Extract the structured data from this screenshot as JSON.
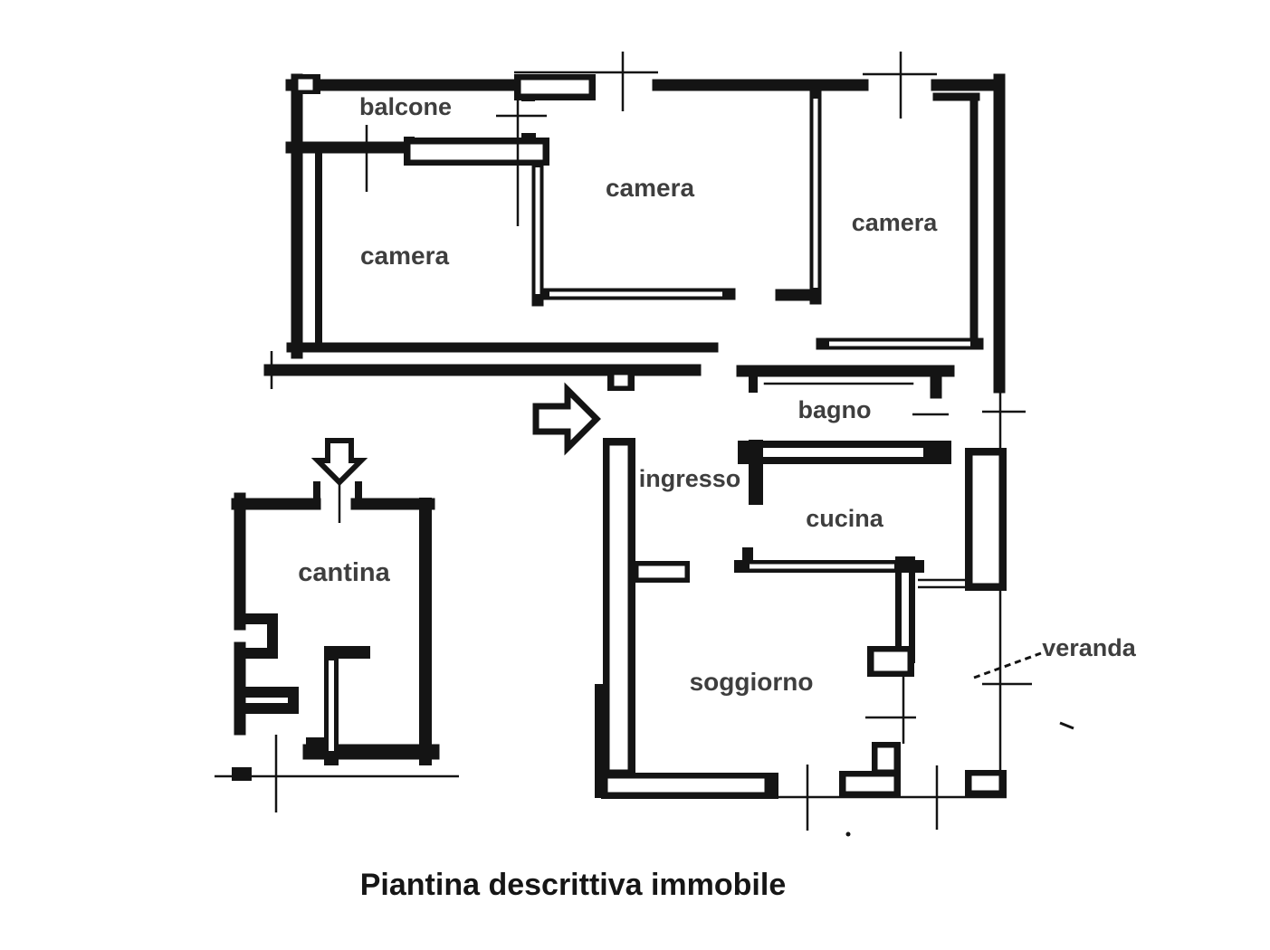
{
  "page": {
    "background": "#ffffff",
    "caption": "Piantina descrittiva immobile"
  },
  "plan": {
    "ink_color": "#141414",
    "label_color": "#3e3e3e",
    "rooms": {
      "balcone": "balcone",
      "camera_left": "camera",
      "camera_center": "camera",
      "camera_right": "camera",
      "bagno": "bagno",
      "ingresso": "ingresso",
      "cucina": "cucina",
      "cantina": "cantina",
      "soggiorno": "soggiorno",
      "veranda": "veranda"
    },
    "icons": {
      "entrance_arrow": "entrance-arrow-right",
      "cellar_arrow": "cellar-arrow-down"
    }
  }
}
